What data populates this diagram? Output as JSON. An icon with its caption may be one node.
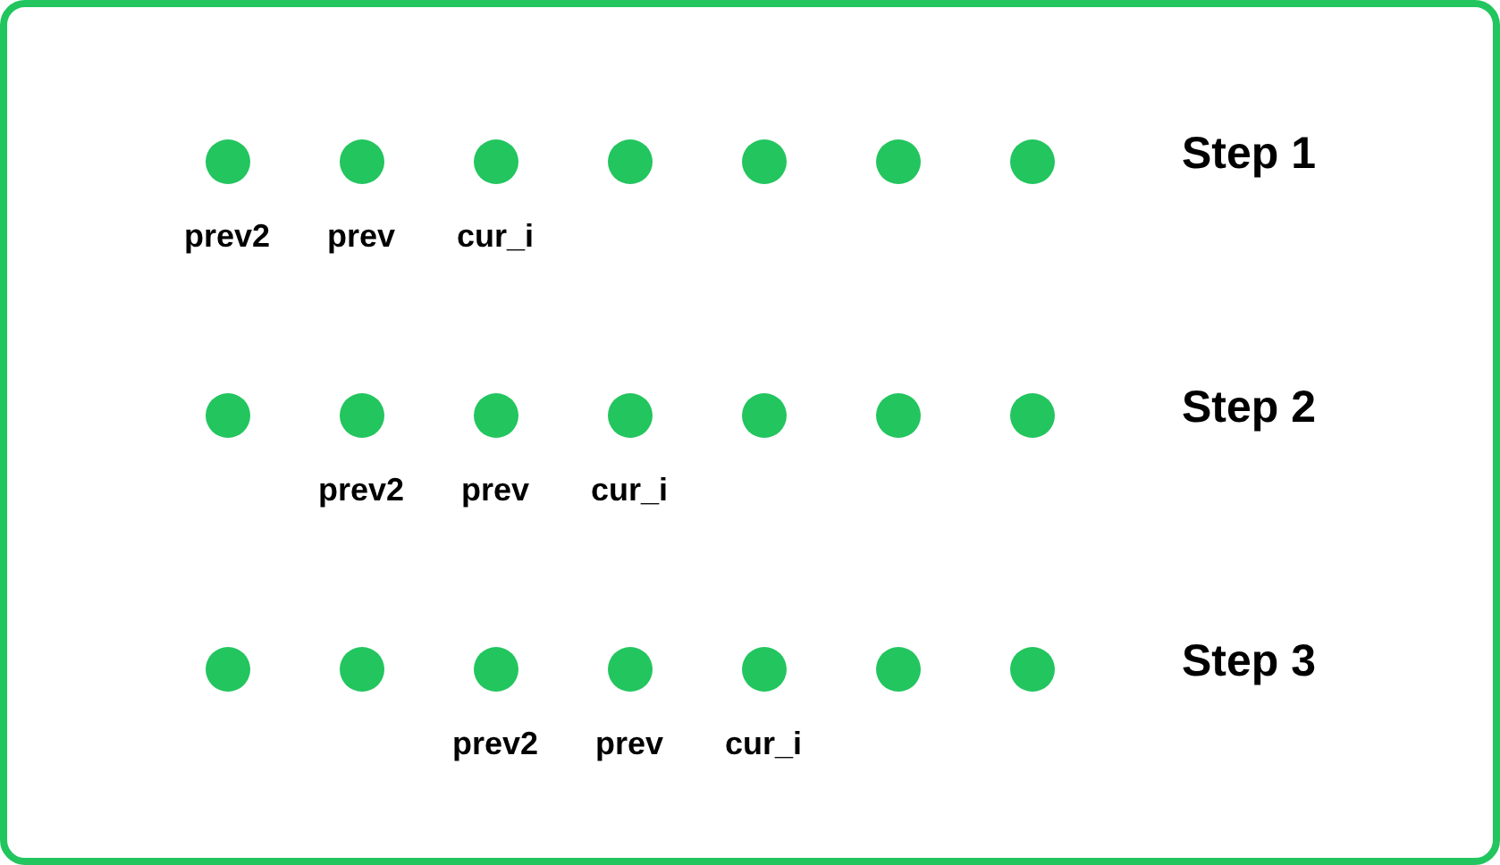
{
  "diagram": {
    "nodes": [
      {
        "text": [],
        "shape": "circle",
        "beside": [
          "prev2"
        ]
      },
      {
        "text": [],
        "shape": "circle",
        "beside": [
          "prev"
        ]
      },
      {
        "text": [],
        "shape": "circle",
        "beside": [
          "cur_i"
        ]
      },
      {
        "text": [],
        "shape": "circle"
      },
      {
        "text": [],
        "shape": "circle"
      },
      {
        "text": [],
        "shape": "circle"
      },
      {
        "text": [],
        "shape": "circle"
      },
      {
        "text": [],
        "shape": "circle"
      },
      {
        "text": [],
        "shape": "circle",
        "beside": [
          "prev2"
        ]
      },
      {
        "text": [],
        "shape": "circle",
        "beside": [
          "prev"
        ]
      },
      {
        "text": [],
        "shape": "circle",
        "beside": [
          "cur_i"
        ]
      },
      {
        "text": [],
        "shape": "circle"
      },
      {
        "text": [],
        "shape": "circle"
      },
      {
        "text": [],
        "shape": "circle"
      },
      {
        "text": [],
        "shape": "circle"
      },
      {
        "text": [],
        "shape": "circle"
      },
      {
        "text": [],
        "shape": "circle",
        "beside": [
          "prev2"
        ]
      },
      {
        "text": [],
        "shape": "circle",
        "beside": [
          "prev"
        ]
      },
      {
        "text": [],
        "shape": "circle",
        "beside": [
          "cur_i"
        ]
      },
      {
        "text": [],
        "shape": "circle"
      },
      {
        "text": [],
        "shape": "circle"
      }
    ],
    "labels": [
      "Step 1",
      "Step 2",
      "Step 3"
    ]
  }
}
